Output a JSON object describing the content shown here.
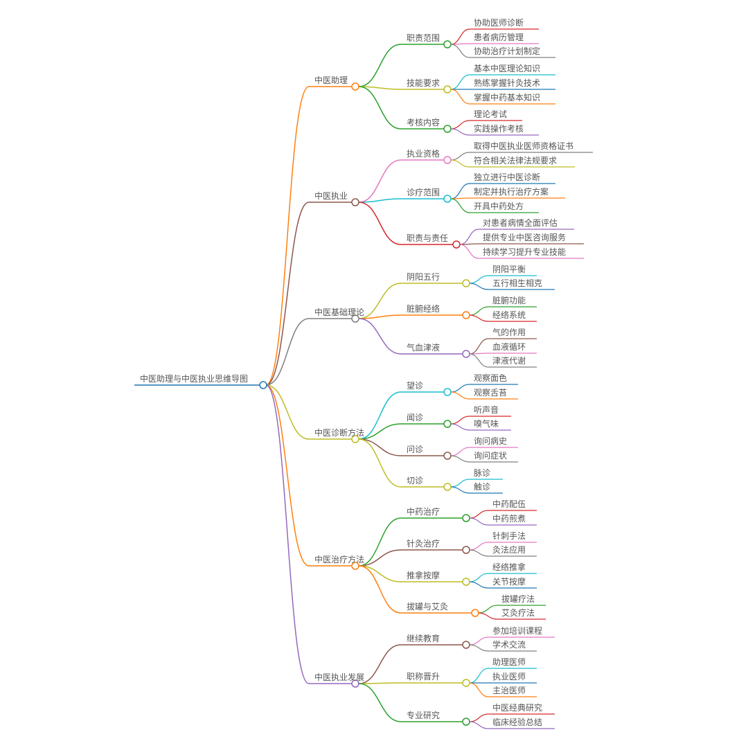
{
  "root": {
    "label": "中医助理与中医执业思维导图",
    "color": "#1f77b4"
  },
  "branches": [
    {
      "label": "中医助理",
      "color": "#ff7f0e",
      "children": [
        {
          "label": "职责范围",
          "color": "#2ca02c",
          "children": [
            {
              "label": "协助医师诊断",
              "color": "#d62728"
            },
            {
              "label": "患者病历管理",
              "color": "#e377c2"
            },
            {
              "label": "协助治疗计划制定",
              "color": "#7f7f7f"
            }
          ]
        },
        {
          "label": "技能要求",
          "color": "#bcbd22",
          "children": [
            {
              "label": "基本中医理论知识",
              "color": "#17becf"
            },
            {
              "label": "熟练掌握针灸技术",
              "color": "#1f77b4"
            },
            {
              "label": "掌握中药基本知识",
              "color": "#ff7f0e"
            }
          ]
        },
        {
          "label": "考核内容",
          "color": "#2ca02c",
          "children": [
            {
              "label": "理论考试",
              "color": "#d62728"
            },
            {
              "label": "实践操作考核",
              "color": "#9467bd"
            }
          ]
        }
      ]
    },
    {
      "label": "中医执业",
      "color": "#8c564b",
      "children": [
        {
          "label": "执业资格",
          "color": "#e377c2",
          "children": [
            {
              "label": "取得中医执业医师资格证书",
              "color": "#7f7f7f"
            },
            {
              "label": "符合相关法律法规要求",
              "color": "#bcbd22"
            }
          ]
        },
        {
          "label": "诊疗范围",
          "color": "#17becf",
          "children": [
            {
              "label": "独立进行中医诊断",
              "color": "#1f77b4"
            },
            {
              "label": "制定并执行治疗方案",
              "color": "#ff7f0e"
            },
            {
              "label": "开具中药处方",
              "color": "#2ca02c"
            }
          ]
        },
        {
          "label": "职责与责任",
          "color": "#d62728",
          "children": [
            {
              "label": "对患者病情全面评估",
              "color": "#9467bd"
            },
            {
              "label": "提供专业中医咨询服务",
              "color": "#8c564b"
            },
            {
              "label": "持续学习提升专业技能",
              "color": "#e377c2"
            }
          ]
        }
      ]
    },
    {
      "label": "中医基础理论",
      "color": "#7f7f7f",
      "children": [
        {
          "label": "阴阳五行",
          "color": "#bcbd22",
          "children": [
            {
              "label": "阴阳平衡",
              "color": "#17becf"
            },
            {
              "label": "五行相生相克",
              "color": "#1f77b4"
            }
          ]
        },
        {
          "label": "脏腑经络",
          "color": "#ff7f0e",
          "children": [
            {
              "label": "脏腑功能",
              "color": "#2ca02c"
            },
            {
              "label": "经络系统",
              "color": "#d62728"
            }
          ]
        },
        {
          "label": "气血津液",
          "color": "#9467bd",
          "children": [
            {
              "label": "气的作用",
              "color": "#8c564b"
            },
            {
              "label": "血液循环",
              "color": "#e377c2"
            },
            {
              "label": "津液代谢",
              "color": "#7f7f7f"
            }
          ]
        }
      ]
    },
    {
      "label": "中医诊断方法",
      "color": "#bcbd22",
      "children": [
        {
          "label": "望诊",
          "color": "#17becf",
          "children": [
            {
              "label": "观察面色",
              "color": "#1f77b4"
            },
            {
              "label": "观察舌苔",
              "color": "#ff7f0e"
            }
          ]
        },
        {
          "label": "闻诊",
          "color": "#2ca02c",
          "children": [
            {
              "label": "听声音",
              "color": "#d62728"
            },
            {
              "label": "嗅气味",
              "color": "#9467bd"
            }
          ]
        },
        {
          "label": "问诊",
          "color": "#8c564b",
          "children": [
            {
              "label": "询问病史",
              "color": "#e377c2"
            },
            {
              "label": "询问症状",
              "color": "#7f7f7f"
            }
          ]
        },
        {
          "label": "切诊",
          "color": "#bcbd22",
          "children": [
            {
              "label": "脉诊",
              "color": "#17becf"
            },
            {
              "label": "触诊",
              "color": "#1f77b4"
            }
          ]
        }
      ]
    },
    {
      "label": "中医治疗方法",
      "color": "#ff7f0e",
      "children": [
        {
          "label": "中药治疗",
          "color": "#2ca02c",
          "children": [
            {
              "label": "中药配伍",
              "color": "#d62728"
            },
            {
              "label": "中药煎煮",
              "color": "#9467bd"
            }
          ]
        },
        {
          "label": "针灸治疗",
          "color": "#8c564b",
          "children": [
            {
              "label": "针刺手法",
              "color": "#e377c2"
            },
            {
              "label": "灸法应用",
              "color": "#7f7f7f"
            }
          ]
        },
        {
          "label": "推拿按摩",
          "color": "#bcbd22",
          "children": [
            {
              "label": "经络推拿",
              "color": "#17becf"
            },
            {
              "label": "关节按摩",
              "color": "#1f77b4"
            }
          ]
        },
        {
          "label": "拔罐与艾灸",
          "color": "#ff7f0e",
          "children": [
            {
              "label": "拔罐疗法",
              "color": "#2ca02c"
            },
            {
              "label": "艾灸疗法",
              "color": "#d62728"
            }
          ]
        }
      ]
    },
    {
      "label": "中医执业发展",
      "color": "#9467bd",
      "children": [
        {
          "label": "继续教育",
          "color": "#8c564b",
          "children": [
            {
              "label": "参加培训课程",
              "color": "#e377c2"
            },
            {
              "label": "学术交流",
              "color": "#7f7f7f"
            }
          ]
        },
        {
          "label": "职称晋升",
          "color": "#bcbd22",
          "children": [
            {
              "label": "助理医师",
              "color": "#17becf"
            },
            {
              "label": "执业医师",
              "color": "#1f77b4"
            },
            {
              "label": "主治医师",
              "color": "#ff7f0e"
            }
          ]
        },
        {
          "label": "专业研究",
          "color": "#2ca02c",
          "children": [
            {
              "label": "中医经典研究",
              "color": "#d62728"
            },
            {
              "label": "临床经验总结",
              "color": "#9467bd"
            }
          ]
        }
      ]
    }
  ]
}
